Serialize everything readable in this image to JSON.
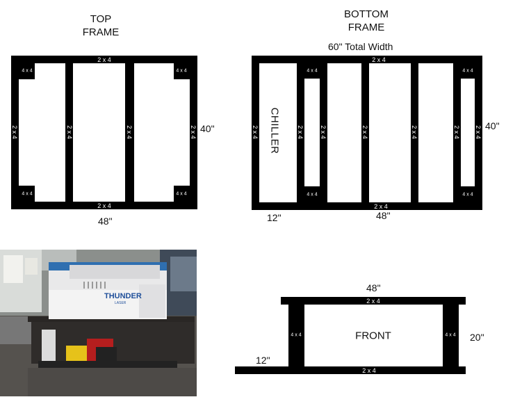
{
  "top_frame": {
    "title_line1": "TOP",
    "title_line2": "FRAME",
    "lumber_2x4": "2 x 4",
    "lumber_4x4": "4 x 4",
    "height_dim": "40\"",
    "width_dim": "48\""
  },
  "bottom_frame": {
    "title_line1": "BOTTOM",
    "title_line2": "FRAME",
    "total_width": "60\" Total Width",
    "lumber_2x4": "2 x 4",
    "lumber_4x4": "4 x 4",
    "chiller_label": "CHILLER",
    "height_dim": "40\"",
    "chiller_dim": "12\"",
    "width_dim": "48\""
  },
  "front_view": {
    "width_dim": "48\"",
    "label": "FRONT",
    "lumber_2x4": "2 x 4",
    "lumber_4x4": "4 x 4",
    "height_dim": "20\"",
    "overhang_dim": "12\""
  },
  "photo": {
    "brand": "THUNDER",
    "brand_sub": "LASER"
  }
}
